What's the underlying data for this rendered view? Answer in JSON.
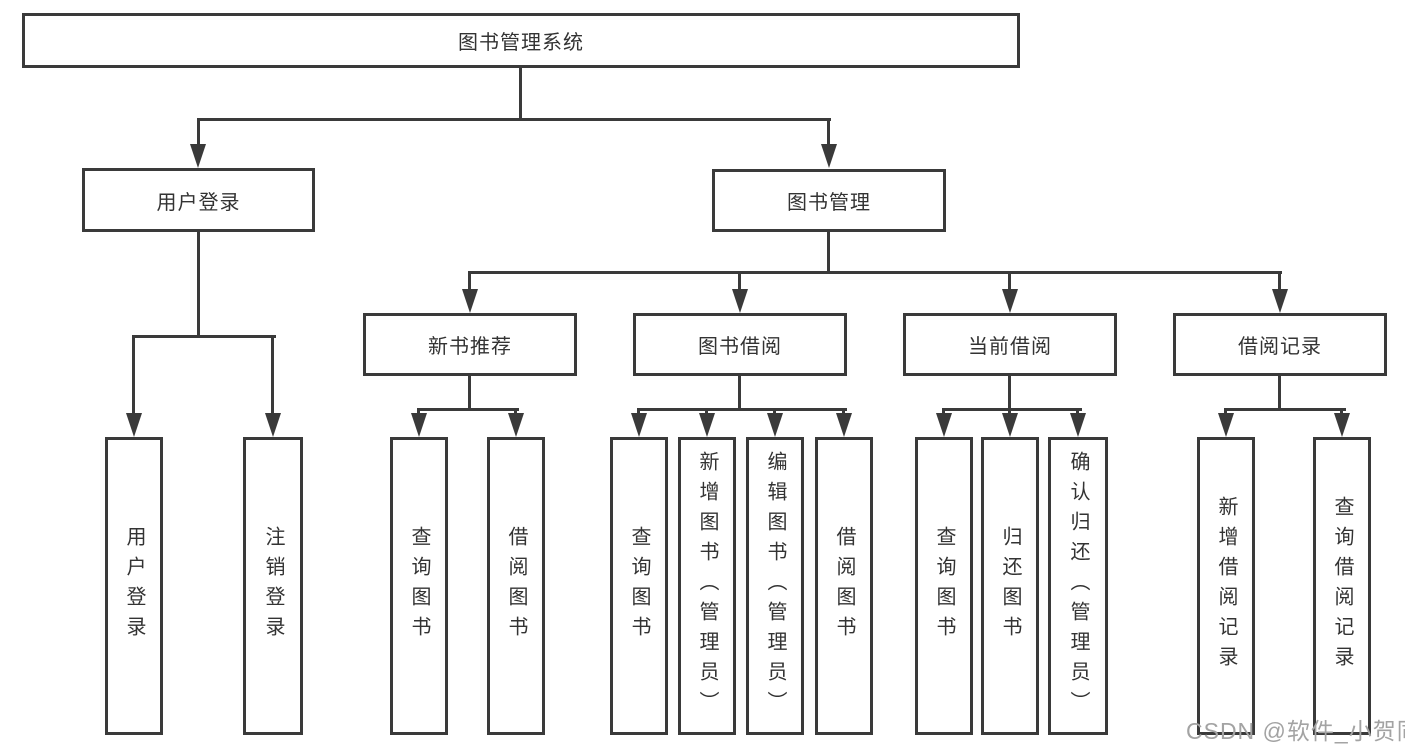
{
  "colors": {
    "line": "#3a3a3a",
    "text": "#333333",
    "background": "#ffffff",
    "watermark": "#a3a3a3"
  },
  "tree": {
    "root": {
      "label": "图书管理系统",
      "children": [
        {
          "label": "用户登录",
          "children": [
            {
              "label": "用户登录"
            },
            {
              "label": "注销登录"
            }
          ]
        },
        {
          "label": "图书管理",
          "children": [
            {
              "label": "新书推荐",
              "children": [
                {
                  "label": "查询图书"
                },
                {
                  "label": "借阅图书"
                }
              ]
            },
            {
              "label": "图书借阅",
              "children": [
                {
                  "label": "查询图书"
                },
                {
                  "label": "新增图书（管理员）"
                },
                {
                  "label": "编辑图书（管理员）"
                },
                {
                  "label": "借阅图书"
                }
              ]
            },
            {
              "label": "当前借阅",
              "children": [
                {
                  "label": "查询图书"
                },
                {
                  "label": "归还图书"
                },
                {
                  "label": "确认归还（管理员）"
                }
              ]
            },
            {
              "label": "借阅记录",
              "children": [
                {
                  "label": "新增借阅记录"
                },
                {
                  "label": "查询借阅记录"
                }
              ]
            }
          ]
        }
      ]
    }
  },
  "watermark": {
    "text": "CSDN @软件_小贺同学"
  }
}
